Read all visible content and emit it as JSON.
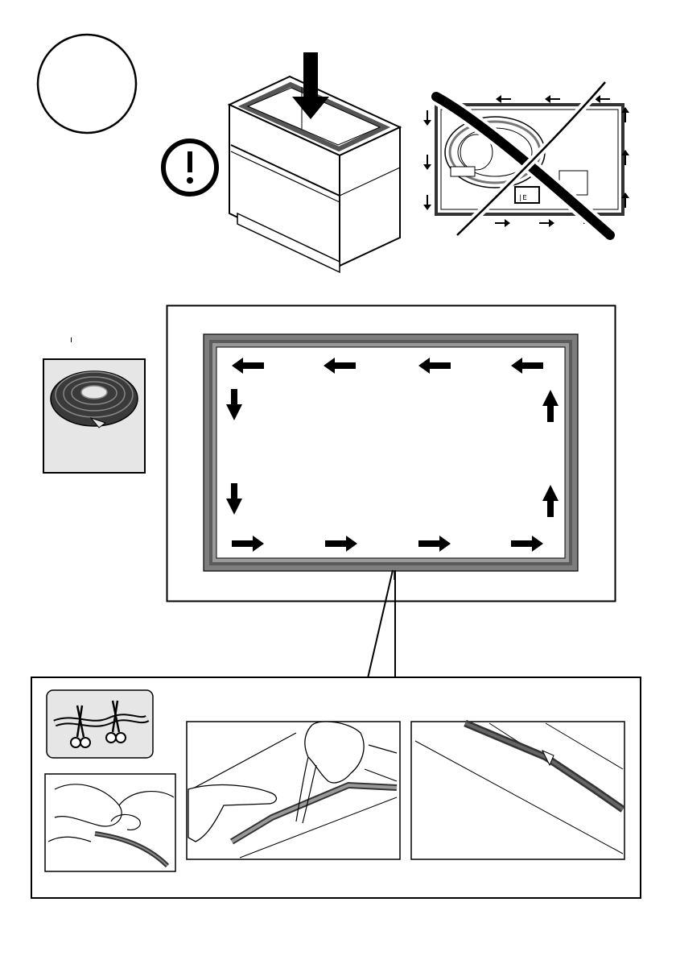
{
  "step_marker": {
    "icon": "step-circle-icon",
    "label": ""
  },
  "warning": {
    "icon": "exclamation-icon"
  },
  "cabinet": {
    "icon": "cabinet-drawer-icon",
    "insert_arrow": "down-arrow-icon"
  },
  "wrong_application": {
    "icon": "crossed-out-hob-underside-icon",
    "connector_text": "|E"
  },
  "seal_roll": {
    "icon": "seal-tape-roll-icon"
  },
  "seal_frame": {
    "icon": "seal-frame-direction-diagram",
    "direction": "counter-clockwise"
  },
  "detail": {
    "scissors_icon": "scissors-cut-tape-icon",
    "photo_1": "fingers-peeling-tape-photo",
    "photo_2": "hands-applying-tape-photo",
    "photo_3": "tape-on-edge-closeup-photo"
  },
  "colors": {
    "line": "#000000",
    "seal_gray": "#7d7d7d",
    "panel_gray": "#e6e6e6",
    "dark_seal": "#3a3a3a"
  }
}
